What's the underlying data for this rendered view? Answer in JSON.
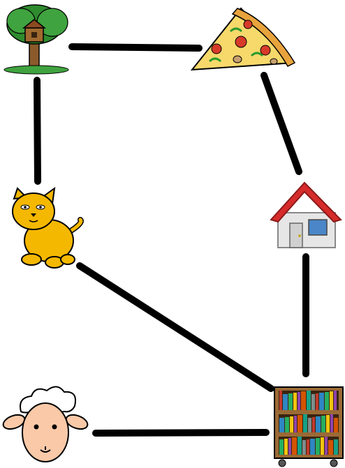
{
  "diagram": {
    "type": "undirected-graph",
    "nodes": [
      {
        "id": "treehouse",
        "icon": "treehouse-icon"
      },
      {
        "id": "pizza",
        "icon": "pizza-slice-icon"
      },
      {
        "id": "cat",
        "icon": "cat-icon"
      },
      {
        "id": "house",
        "icon": "house-icon"
      },
      {
        "id": "sheep",
        "icon": "sheep-icon"
      },
      {
        "id": "bookshelf",
        "icon": "bookshelf-icon"
      }
    ],
    "edges": [
      {
        "from": "treehouse",
        "to": "pizza"
      },
      {
        "from": "treehouse",
        "to": "cat"
      },
      {
        "from": "pizza",
        "to": "house"
      },
      {
        "from": "cat",
        "to": "bookshelf"
      },
      {
        "from": "house",
        "to": "bookshelf"
      },
      {
        "from": "sheep",
        "to": "bookshelf"
      }
    ],
    "colors": {
      "edge": "#000000",
      "tree_foliage": "#2e8b2e",
      "tree_trunk": "#8b5a2b",
      "pizza_crust": "#e8a33c",
      "pizza_cheese": "#f7d96b",
      "pepperoni": "#d83a2a",
      "cat_fur": "#f5b800",
      "house_roof": "#d62b2b",
      "house_wall": "#e6e6e6",
      "house_window": "#4a86c8",
      "sheep_face": "#f9c9a8",
      "shelf_wood": "#9a6a35"
    }
  }
}
